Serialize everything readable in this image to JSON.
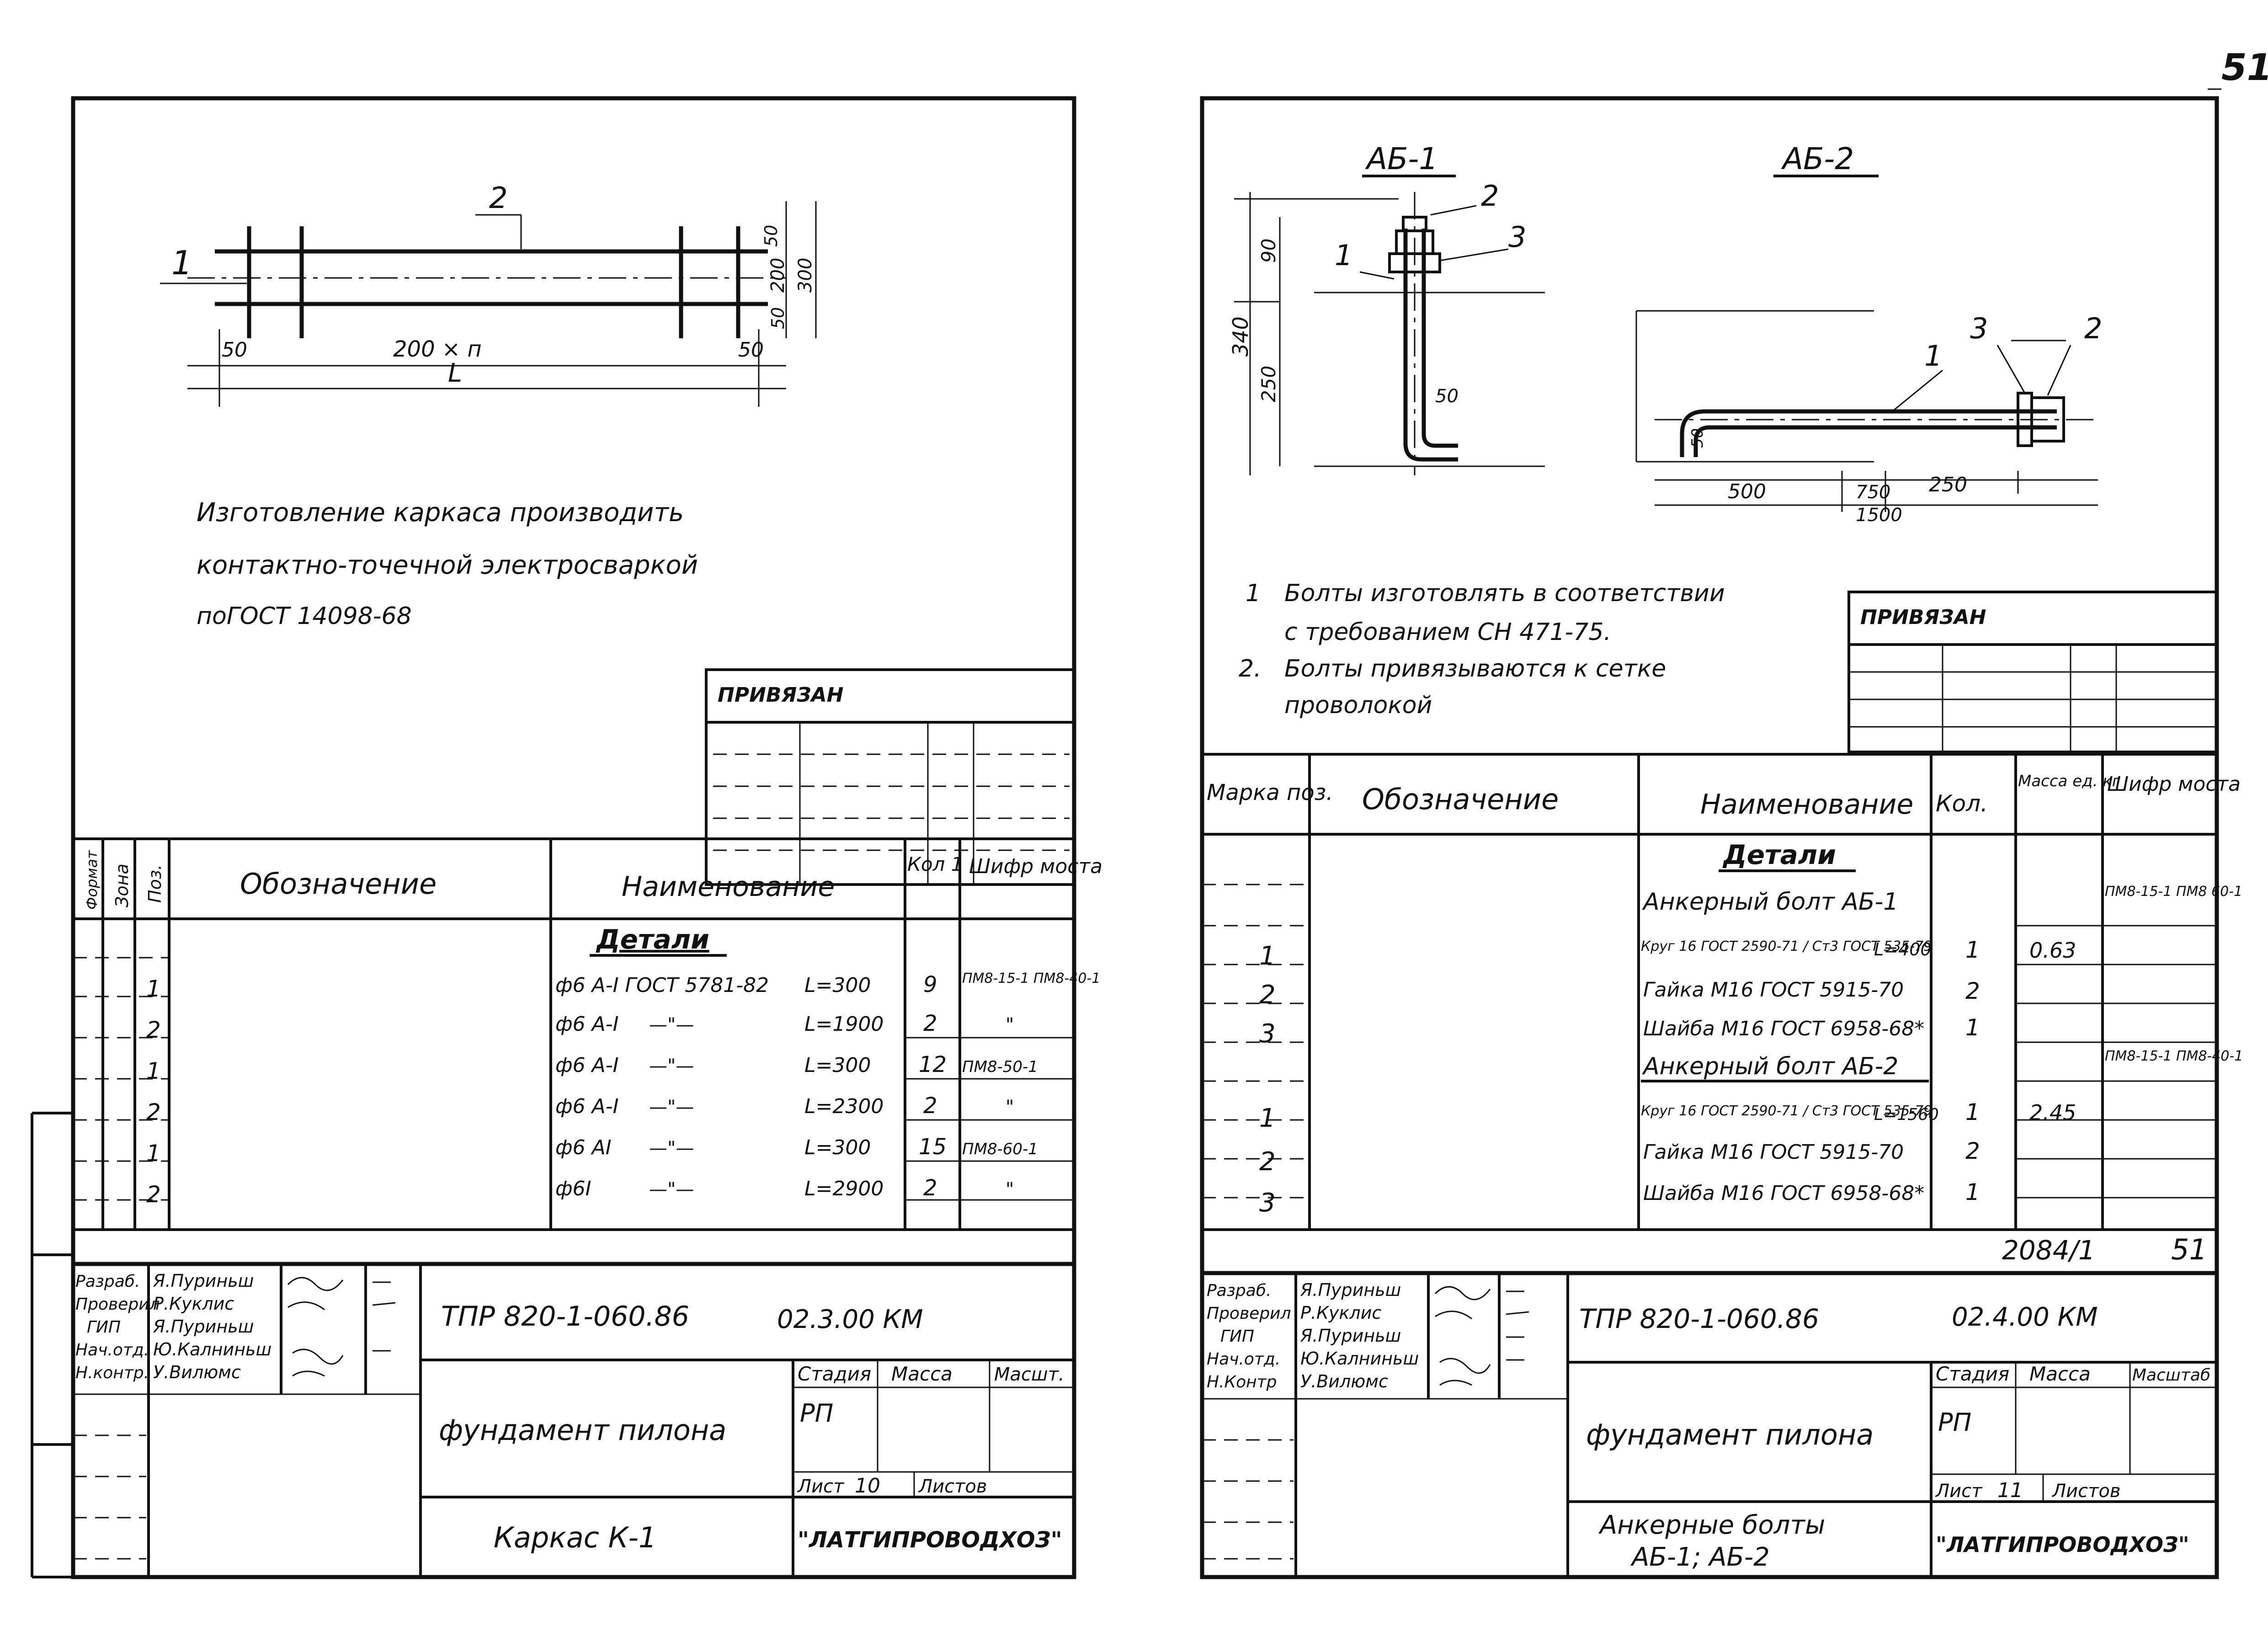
{
  "page_number": "51",
  "left": {
    "drawing": {
      "pos_top": "2",
      "pos_left": "1",
      "dim_50_left": "50",
      "dim_span": "200 × п",
      "dim_L": "L",
      "dim_50_right": "50",
      "dim_50a": "50",
      "dim_200": "200",
      "dim_50b": "50",
      "dim_300": "300"
    },
    "notes": [
      "Изготовление каркаса производить",
      "контактно-точечной электросваркой",
      "поГОСТ 14098-68"
    ],
    "privyazan": "ПРИВЯЗАН",
    "spec": {
      "headers": {
        "format": "Формат",
        "zone": "Зона",
        "pos": "Поз.",
        "oboznachenie": "Обозначение",
        "naimenovanie": "Наименование",
        "kol": "Кол 1",
        "shifr": "Шифр моста"
      },
      "section": "Детали",
      "rows": [
        {
          "pos": "1",
          "name": "ф6 А-I ГОСТ 5781-82",
          "len": "L=300",
          "kol": "9",
          "shifr": "ПМ8-15-1 ПМ8-40-1"
        },
        {
          "pos": "2",
          "name": "ф6 А-I",
          "ditto": "—\"—",
          "len": "L=1900",
          "kol": "2",
          "shifr": "\""
        },
        {
          "pos": "1",
          "name": "ф6 А-I",
          "ditto": "—\"—",
          "len": "L=300",
          "kol": "12",
          "shifr": "ПМ8-50-1"
        },
        {
          "pos": "2",
          "name": "ф6 А-I",
          "ditto": "—\"—",
          "len": "L=2300",
          "kol": "2",
          "shifr": "\""
        },
        {
          "pos": "1",
          "name": "ф6 АI",
          "ditto": "—\"—",
          "len": "L=300",
          "kol": "15",
          "shifr": "ПМ8-60-1"
        },
        {
          "pos": "2",
          "name": "ф6I",
          "ditto": "—\"—",
          "len": "L=2900",
          "kol": "2",
          "shifr": "\""
        }
      ]
    },
    "title_block": {
      "roles": [
        "Разраб.",
        "Проверил",
        "ГИП",
        "Нач.отд.",
        "Н.контр."
      ],
      "names": [
        "Я.Пуриньш",
        "Р.Куклис",
        "Я.Пуриньш",
        "Ю.Калниньш",
        "У.Вилюмс"
      ],
      "code": "ТПР 820-1-060.86",
      "sheet_code": "02.3.00 КМ",
      "stage_h": "Стадия",
      "mass_h": "Масса",
      "scale_h": "Масшт.",
      "stage": "РП",
      "list_label": "Лист",
      "list_no": "10",
      "listov_label": "Листов",
      "object": "фундамент пилона",
      "drawing_title": "Каркас К-1",
      "org": "\"ЛАТГИПРОВОДХОЗ\""
    }
  },
  "right": {
    "drawing": {
      "title_ab1": "АБ-1",
      "title_ab2": "АБ-2",
      "ab1_pos1": "1",
      "ab1_pos2": "2",
      "ab1_pos3": "3",
      "ab1_dim90": "90",
      "ab1_dim340": "340",
      "ab1_dim250": "250",
      "ab1_dim50": "50",
      "ab2_pos1": "1",
      "ab2_pos3": "3",
      "ab2_pos2": "2",
      "ab2_dim50": "50",
      "ab2_dim500": "500",
      "ab2_dim750": "750",
      "ab2_dim250": "250",
      "ab2_dim1500": "1500"
    },
    "notes": [
      {
        "n": "1",
        "text": "Болты изготовлять в соответствии"
      },
      {
        "n": "",
        "text": "с требованием СН 471-75."
      },
      {
        "n": "2.",
        "text": "Болты привязываются к сетке"
      },
      {
        "n": "",
        "text": "проволокой"
      }
    ],
    "privyazan": "ПРИВЯЗАН",
    "spec": {
      "headers": {
        "marka": "Марка поз.",
        "oboznachenie": "Обозначение",
        "naimenovanie": "Наименование",
        "kol": "Кол.",
        "massa": "Масса ед. кг",
        "shifr": "Шифр моста"
      },
      "section": "Детали",
      "groups": [
        {
          "title": "Анкерный болт АБ-1",
          "shifr": "ПМ8-15-1 ПМ8 60-1",
          "rows": [
            {
              "pos": "1",
              "name": "Круг 16 ГОСТ 2590-71 / Ст3 ГОСТ 535-79",
              "len": "L=400",
              "kol": "1",
              "mass": "0.63"
            },
            {
              "pos": "2",
              "name": "Гайка М16 ГОСТ 5915-70",
              "kol": "2",
              "mass": ""
            },
            {
              "pos": "3",
              "name": "Шайба М16 ГОСТ 6958-68*",
              "kol": "1",
              "mass": ""
            }
          ]
        },
        {
          "title": "Анкерный болт АБ-2",
          "shifr": "ПМ8-15-1 ПМ8-40-1",
          "rows": [
            {
              "pos": "1",
              "name": "Круг 16 ГОСТ 2590-71 / Ст3 ГОСТ 535-79",
              "len": "L=1560",
              "kol": "1",
              "mass": "2.45"
            },
            {
              "pos": "2",
              "name": "Гайка М16 ГОСТ 5915-70",
              "kol": "2",
              "mass": ""
            },
            {
              "pos": "3",
              "name": "Шайба М16 ГОСТ 6958-68*",
              "kol": "1",
              "mass": ""
            }
          ]
        }
      ]
    },
    "project_no": "2084/1",
    "sheet_no": "51",
    "title_block": {
      "roles": [
        "Разраб.",
        "Проверил",
        "ГИП",
        "Нач.отд.",
        "Н.Контр"
      ],
      "names": [
        "Я.Пуриньш",
        "Р.Куклис",
        "Я.Пуриньш",
        "Ю.Калниньш",
        "У.Вилюмс"
      ],
      "code": "ТПР 820-1-060.86",
      "sheet_code": "02.4.00 КМ",
      "stage_h": "Стадия",
      "mass_h": "Масса",
      "scale_h": "Масштаб",
      "stage": "РП",
      "list_label": "Лист",
      "list_no": "11",
      "listov_label": "Листов",
      "object": "фундамент пилона",
      "drawing_title_1": "Анкерные болты",
      "drawing_title_2": "АБ-1; АБ-2",
      "org": "\"ЛАТГИПРОВОДХОЗ\""
    }
  }
}
